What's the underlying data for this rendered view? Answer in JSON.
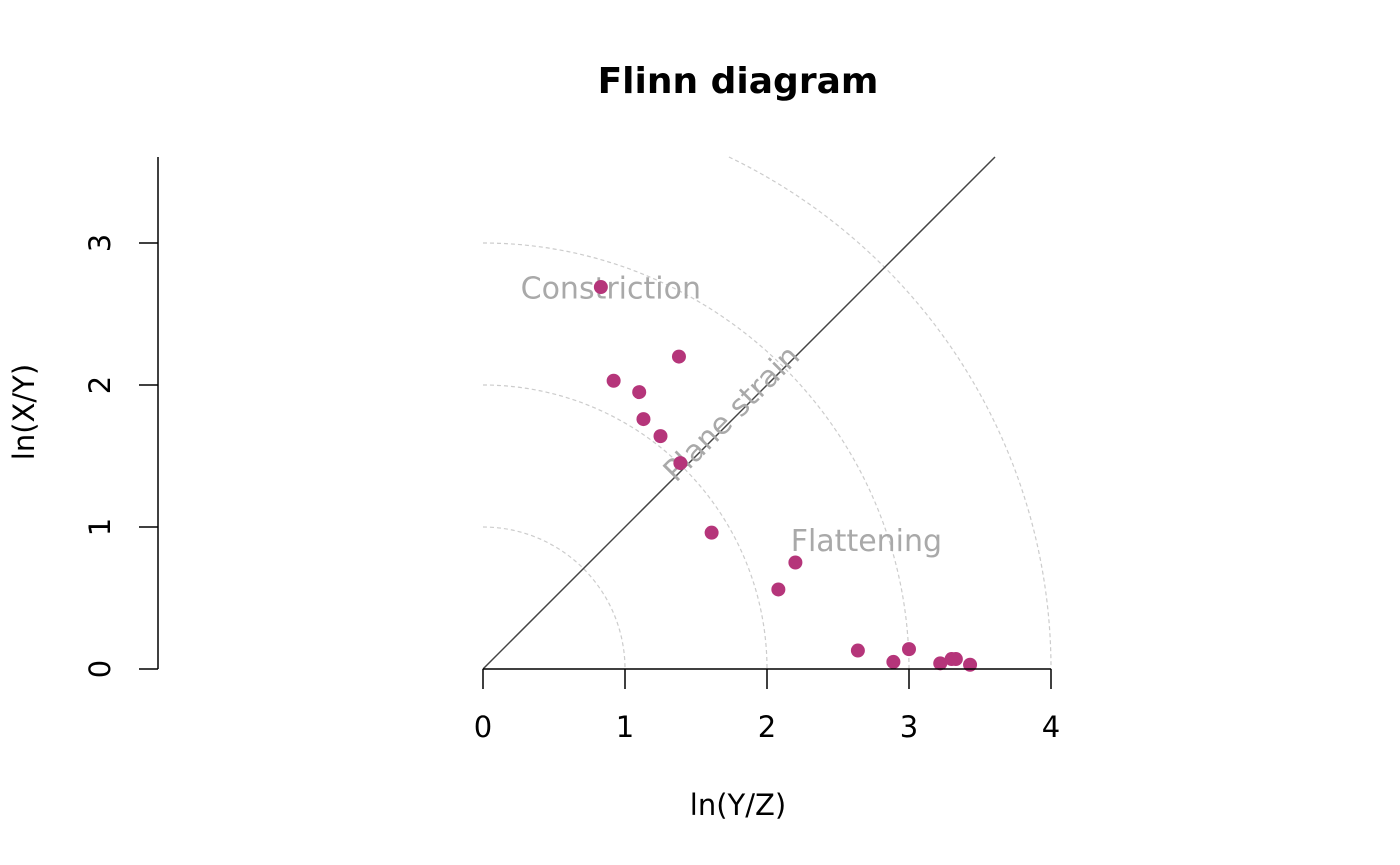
{
  "chart_data": {
    "type": "scatter",
    "title": "Flinn diagram",
    "xlabel": "ln(Y/Z)",
    "ylabel": "ln(X/Y)",
    "xlim": [
      0,
      4
    ],
    "ylim": [
      0,
      3.6
    ],
    "x_ticks": [
      0,
      1,
      2,
      3,
      4
    ],
    "y_ticks": [
      0,
      1,
      2,
      3
    ],
    "grid": false,
    "reference_arcs": [
      1,
      2,
      3,
      4
    ],
    "reference_line": {
      "slope": 1,
      "intercept": 0
    },
    "annotations": {
      "constriction": {
        "text": "Constriction",
        "x": 0.9,
        "y": 2.68
      },
      "flattening": {
        "text": "Flattening",
        "x": 2.7,
        "y": 0.9
      },
      "plane_strain": {
        "text": "Plane strain",
        "x": 1.8,
        "y": 1.82
      }
    },
    "colors": {
      "points": "#b5357a",
      "line": "#444444",
      "arcs": "#cccccc",
      "annotation": "#a9a9a9"
    },
    "series": [
      {
        "x": [
          0.83,
          0.92,
          1.1,
          1.13,
          1.38,
          1.25,
          1.39,
          1.61,
          2.2,
          2.08,
          2.64,
          2.89,
          3.0,
          3.22,
          3.3,
          3.33,
          3.43
        ],
        "y": [
          2.69,
          2.03,
          1.95,
          1.76,
          2.2,
          1.64,
          1.45,
          0.96,
          0.75,
          0.56,
          0.13,
          0.05,
          0.14,
          0.04,
          0.07,
          0.07,
          0.03
        ]
      }
    ]
  }
}
